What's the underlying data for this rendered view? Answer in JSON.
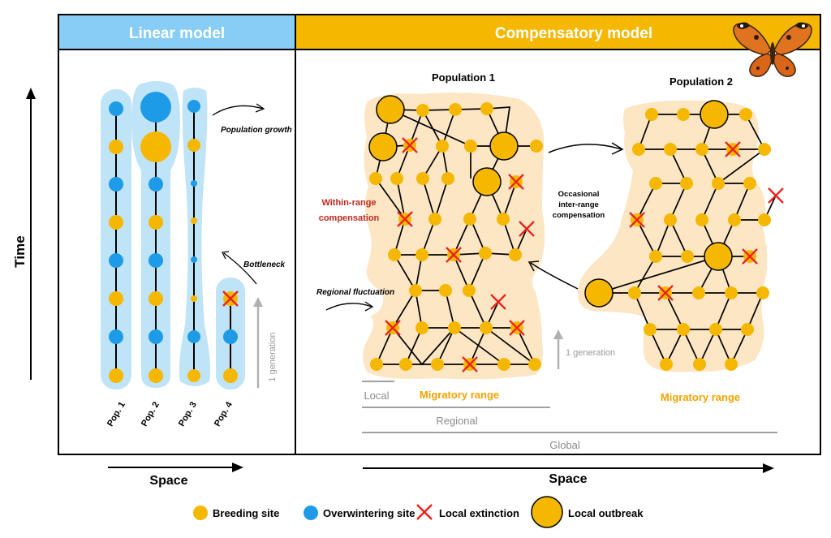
{
  "panels": {
    "linear": {
      "title": "Linear model",
      "color": "#88cdf6"
    },
    "compensatory": {
      "title": "Compensatory model",
      "color": "#f5b700"
    }
  },
  "axes": {
    "time": "Time",
    "space_left": "Space",
    "space_right": "Space"
  },
  "linear": {
    "pops": [
      "Pop. 1",
      "Pop. 2",
      "Pop. 3",
      "Pop. 4"
    ],
    "annotations": {
      "growth": "Population growth",
      "bottleneck": "Bottleneck",
      "generation": "1 generation"
    }
  },
  "compensatory": {
    "pop1": "Population 1",
    "pop2": "Population 2",
    "within_line1": "Within-range",
    "within_line2": "compensation",
    "regional_fluct": "Regional fluctuation",
    "inter_line1": "Occasional",
    "inter_line2": "inter-range",
    "inter_line3": "compensation",
    "generation": "1 generation",
    "migratory1": "Migratory range",
    "migratory2": "Migratory range",
    "scale_local": "Local",
    "scale_regional": "Regional",
    "scale_global": "Global"
  },
  "legend": {
    "breeding": "Breeding site",
    "overwintering": "Overwintering site",
    "extinction": "Local extinction",
    "outbreak": "Local outbreak"
  },
  "colors": {
    "breeding": "#f5b700",
    "overwintering": "#1e9be6",
    "extinction": "#e8231c",
    "halo_blue": "#bfe3f7",
    "halo_orange": "#fde6c4",
    "compensation_text": "#c0281d",
    "migratory_text": "#f5a200",
    "grey_text": "#9a9a9a"
  }
}
